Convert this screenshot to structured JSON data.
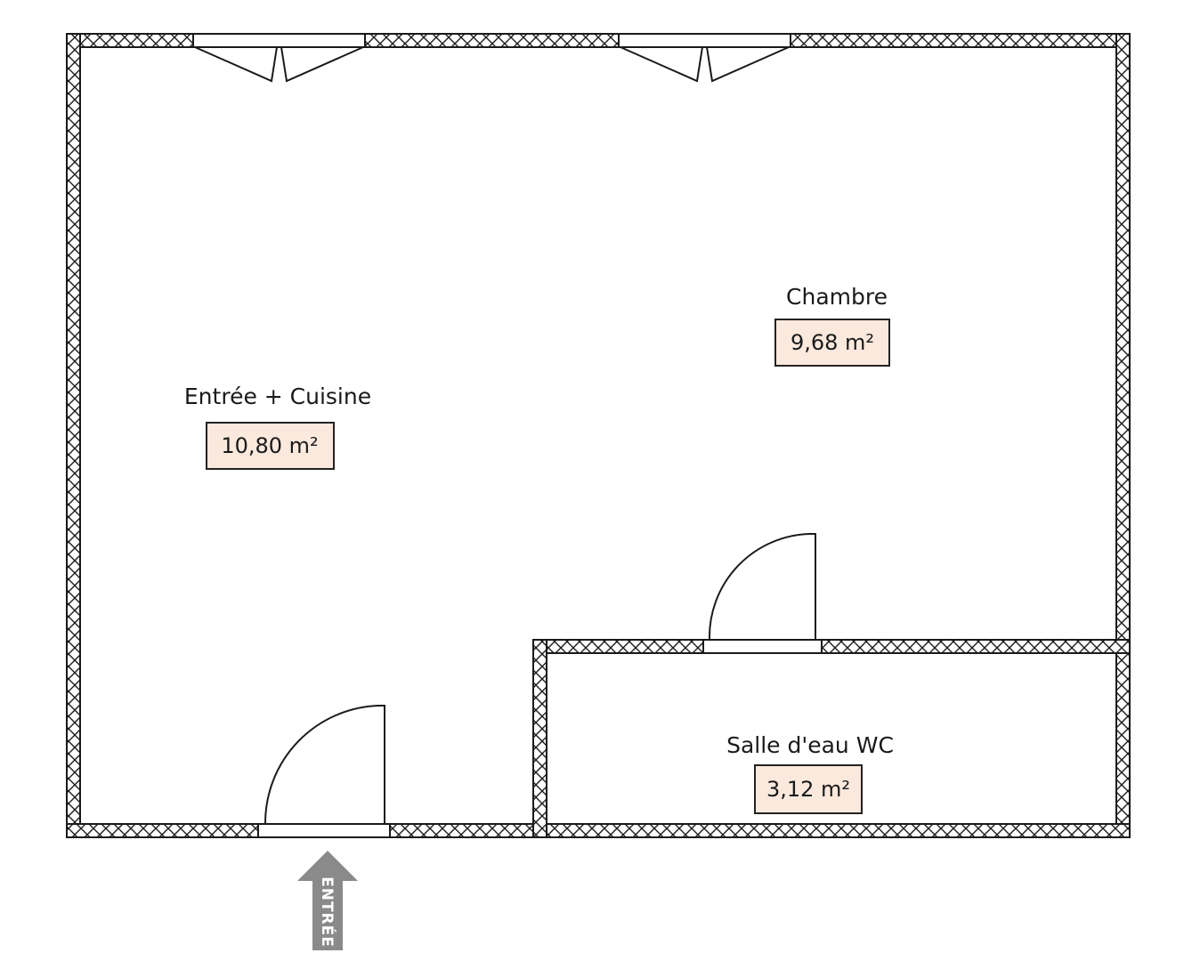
{
  "rooms": [
    {
      "name": "Entrée + Cuisine",
      "area": "10,80 m²"
    },
    {
      "name": "Chambre",
      "area": "9,68 m²"
    },
    {
      "name": "Salle d'eau WC",
      "area": "3,12 m²"
    }
  ],
  "entrance": {
    "label": "ENTRÉE"
  },
  "colors": {
    "wall_stroke": "#1a1a1a",
    "area_fill": "#fbe9dd",
    "arrow_fill": "#8a8a8a",
    "background": "#ffffff"
  }
}
